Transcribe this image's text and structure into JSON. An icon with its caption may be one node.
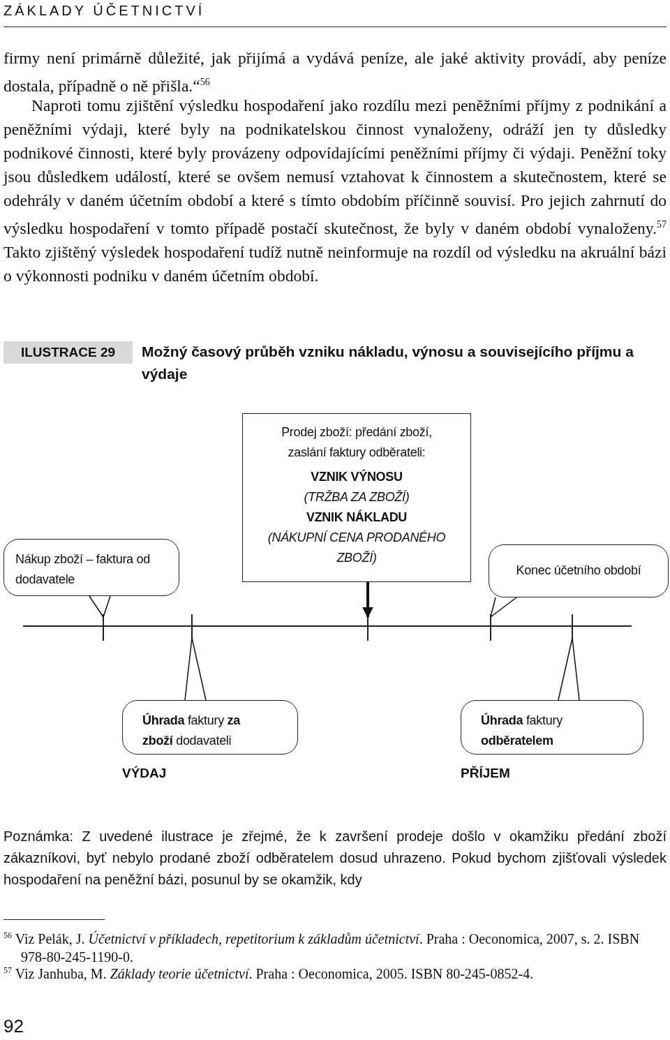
{
  "diagram": {
    "title": "Možný časový průběh vzniku nákladu, výnosu a souvisejícího příjmu a výdaje",
    "nodes": [
      {
        "text": [
          "Prodej zboží: předání zboží, zaslání faktury odběrateli:",
          "VZNIK VÝNOSU",
          "(TRŽBA ZA ZBOŽÍ)",
          "VZNIK NÁKLADU",
          "(NÁKUPNÍ CENA PRODANÉHO ZBOŽÍ)"
        ]
      },
      {
        "text": [
          "Nákup zboží – faktura od dodavatele"
        ]
      },
      {
        "text": [
          "Konec účetního období"
        ]
      },
      {
        "text": [],
        "shape": "line"
      },
      {
        "text": [],
        "shape": "tick"
      },
      {
        "text": [],
        "shape": "tick"
      },
      {
        "text": [],
        "shape": "tick"
      },
      {
        "text": [],
        "shape": "tick"
      },
      {
        "text": [],
        "shape": "tick"
      },
      {
        "text": [
          "**Úhrada** faktury **za zboží** dodavateli"
        ],
        "beside": [
          "VÝDAJ"
        ]
      },
      {
        "text": [
          "**Úhrada** faktury **odběratelem**"
        ],
        "beside": [
          "PŘÍJEM"
        ]
      }
    ],
    "edges": [
      {
        "from": 0,
        "to": 6,
        "arrow": "to",
        "style": "thick"
      },
      {
        "from": 1,
        "to": 4,
        "arrow": "none"
      },
      {
        "from": 2,
        "to": 7,
        "arrow": "none"
      },
      {
        "from": 9,
        "to": 5,
        "arrow": "none"
      },
      {
        "from": 10,
        "to": 8,
        "arrow": "none"
      }
    ],
    "labels": [
      "ZÁKLADY ÚČETNICTVÍ",
      "firmy není primárně důležité, jak přijímá a vydává peníze, ale jaké aktivity provádí, aby peníze dostala, případně o ně přišla.“$^{56}$",
      "Naproti tomu zjištění výsledku hospodaření jako rozdílu mezi peněžními příjmy z podnikání a peněžními výdaji, které byly na podnikatelskou činnost vynaloženy, odráží jen ty důsledky podnikové činnosti, které byly provázeny odpovídajícími peněžními příjmy či výdaji. Peněžní toky jsou důsledkem událostí, které se ovšem nemusí vztahovat k činnostem a skutečnostem, které se odehrály v daném účetním období a které s tímto obdobím příčinně souvisí. Pro jejich zahrnutí do výsledku hospodaření v tomto případě postačí skutečnost, že byly v daném období vynaloženy.$^{57}$ Takto zjištěný výsledek hospodaření tudíž nutně neinformuje na rozdíl od výsledku na akruální bázi o výkonnosti podniku v daném účetním období.",
      "ILUSTRACE 29",
      "Poznámka: Z uvedené ilustrace je zřejmé, že k završení prodeje došlo v okamžiku předání zboží zákazníkovi, byť nebylo prodané zboží odběratelem dosud uhrazeno. Pokud bychom zjišťovali výsledek hospodaření na peněžní bázi, posunul by se okamžik, kdy",
      "$^{56}$ Viz Pelák, J. *Účetnictví v příkladech, repetitorium k základům účetnictví*. Praha : Oeconomica, 2007, s. 2. ISBN 978-80-245-1190-0.",
      "$^{57}$ Viz Janhuba, M. *Základy teorie účetnictví*. Praha : Oeconomica, 2005. ISBN 80-245-0852-4.",
      "92"
    ]
  }
}
